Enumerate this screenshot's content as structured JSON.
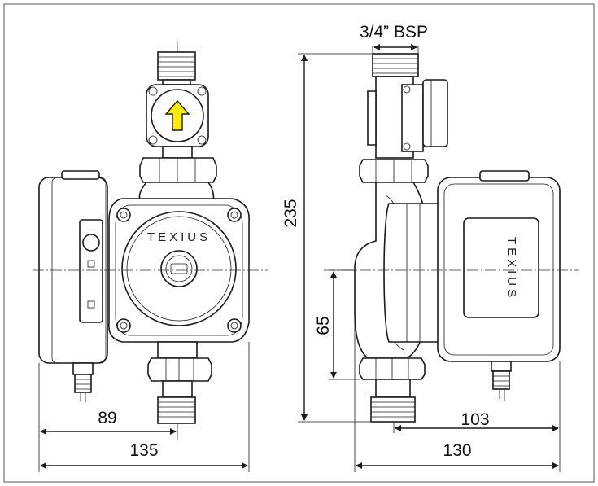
{
  "brand": "TEXIUS",
  "dimensions": {
    "width_front": "135",
    "axis_offset_front": "89",
    "height_total": "235",
    "thread": "3/4” BSP",
    "axis_height": "65",
    "width_side": "130",
    "body_depth_side": "103"
  },
  "colors": {
    "arrow_fill": "#ffec00",
    "line": "#1a1a1a",
    "frame": "#555555"
  }
}
